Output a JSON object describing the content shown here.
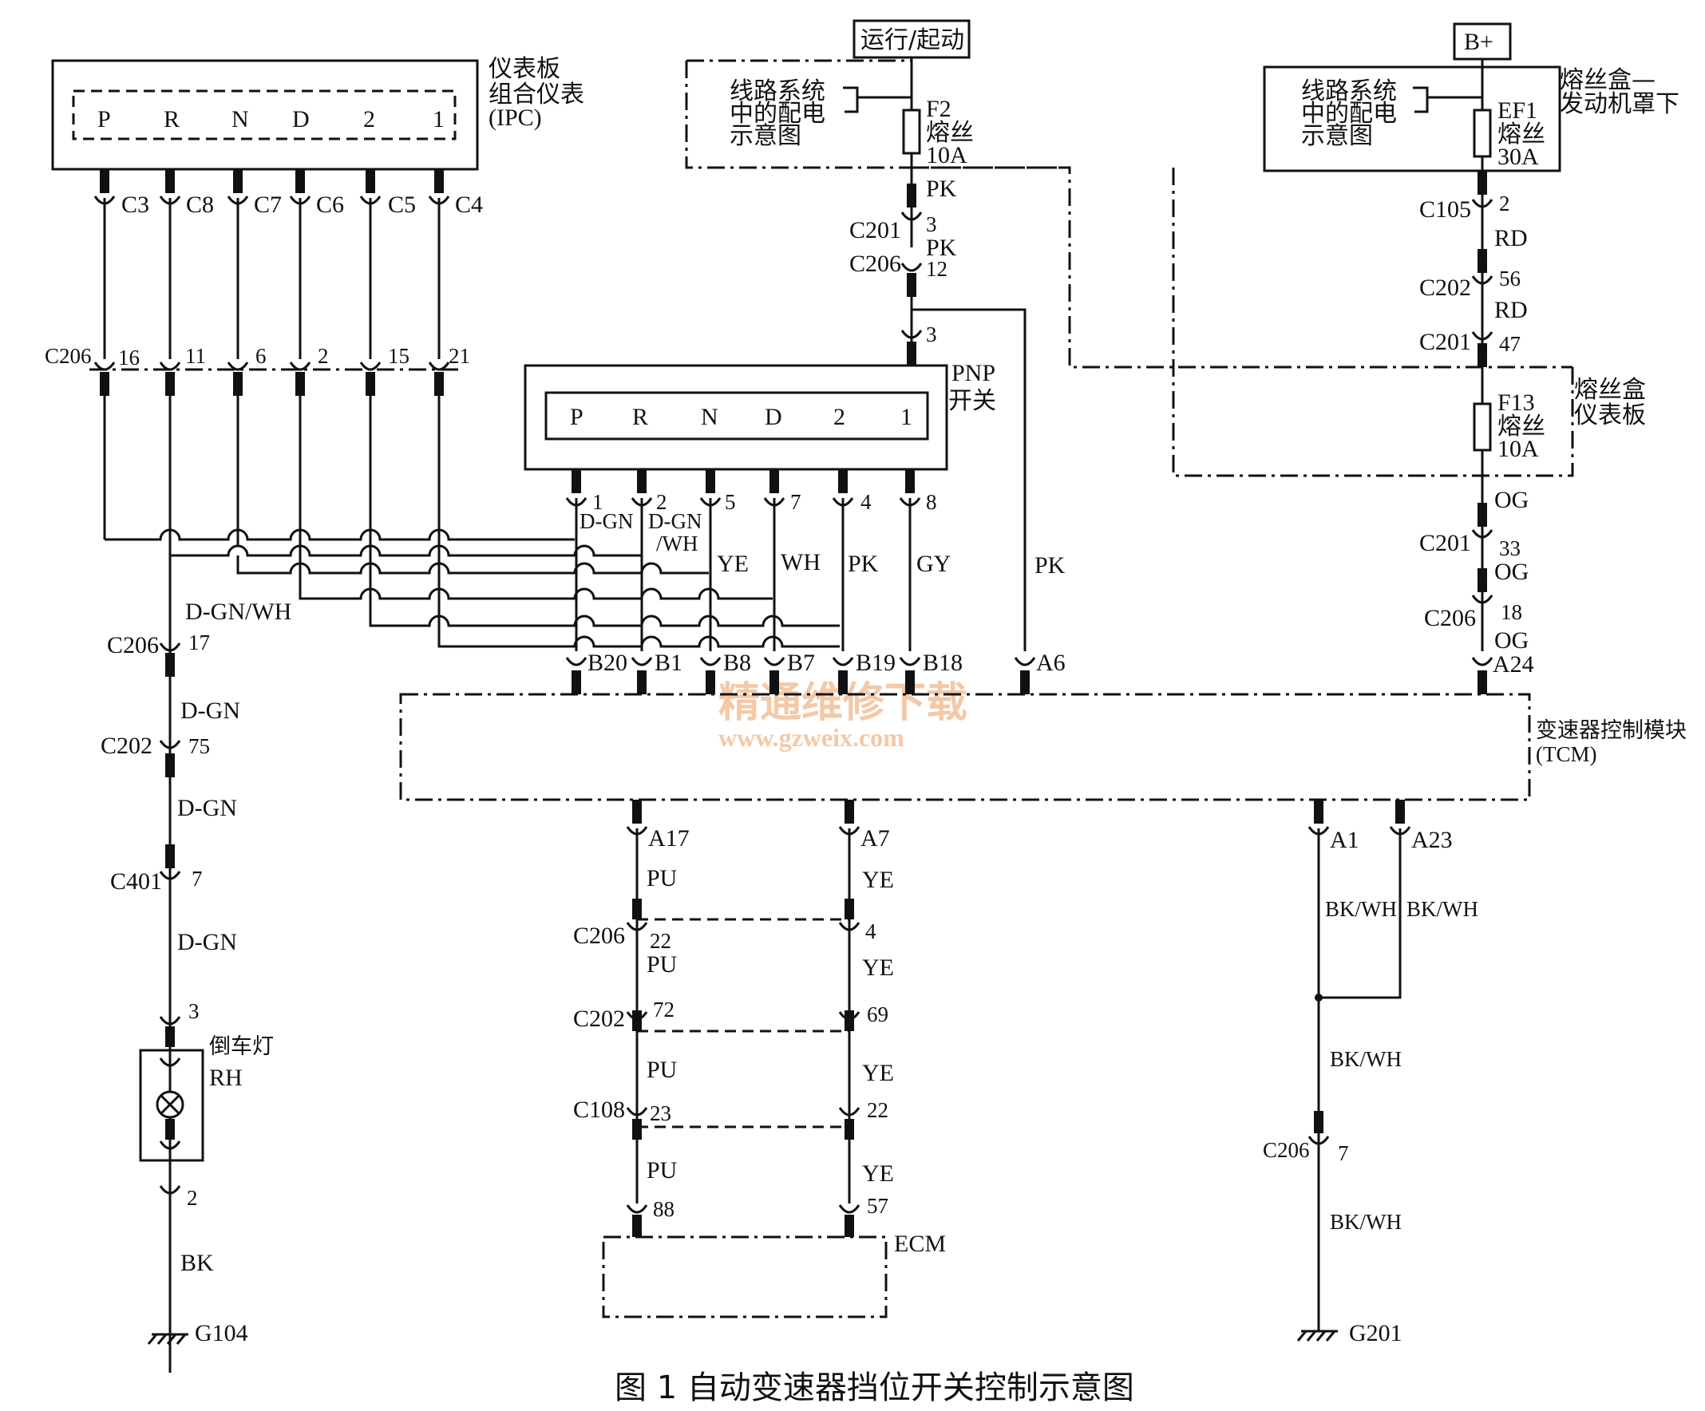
{
  "title": "图 1  自动变速器挡位开关控制示意图",
  "power": {
    "run_start": "运行/起动",
    "bplus": "B+"
  },
  "ipc": {
    "label": [
      "仪表板",
      "组合仪表",
      "(IPC)"
    ],
    "positions": [
      "P",
      "R",
      "N",
      "D",
      "2",
      "1"
    ],
    "connectors": [
      "C3",
      "C8",
      "C7",
      "C6",
      "C5",
      "C4"
    ]
  },
  "c206_top": {
    "name": "C206",
    "pins": [
      "16",
      "11",
      "6",
      "2",
      "15",
      "21"
    ]
  },
  "f2_block": {
    "note": [
      "线路系统",
      "中的配电",
      "示意图"
    ],
    "fuse": [
      "F2",
      "熔丝",
      "10A"
    ]
  },
  "ef1_block": {
    "note": [
      "线路系统",
      "中的配电",
      "示意图"
    ],
    "fuse": [
      "EF1",
      "熔丝",
      "30A"
    ],
    "label": [
      "熔丝盒—",
      "发动机罩下"
    ]
  },
  "run_chain": {
    "c201": "C201",
    "c201_pin": "3",
    "c206": "C206",
    "c206_pin": "12",
    "wire1": "PK",
    "wire2": "PK",
    "pnp_pin": "3"
  },
  "pnp": {
    "label": [
      "PNP",
      "开关"
    ],
    "positions": [
      "P",
      "R",
      "N",
      "D",
      "2",
      "1"
    ],
    "pins": [
      "1",
      "2",
      "5",
      "7",
      "4",
      "8"
    ],
    "wires": [
      "D-GN",
      "D-GN",
      "YE",
      "WH",
      "PK",
      "GY"
    ],
    "wire2_suffix": "/WH"
  },
  "pk_a6_wire": "PK",
  "bplus_chain": {
    "c105": "C105",
    "c105_pin": "2",
    "wire1": "RD",
    "c202": "C202",
    "c202_pin": "56",
    "wire2": "RD",
    "c201": "C201",
    "c201_pin": "47"
  },
  "f13": {
    "fuse": [
      "F13",
      "熔丝",
      "10A"
    ],
    "label": [
      "熔丝盒",
      "仪表板"
    ]
  },
  "og_chain": {
    "wire1": "OG",
    "c201": "C201",
    "c201_pin": "33",
    "wire2": "OG",
    "c206": "C206",
    "c206_pin": "18",
    "wire3": "OG"
  },
  "tcm": {
    "label": [
      "变速器控制模块",
      "(TCM)"
    ],
    "top_pins": [
      "B20",
      "B1",
      "B8",
      "B7",
      "B19",
      "B18",
      "A6",
      "A24"
    ],
    "bottom_pins": [
      "A17",
      "A7",
      "A1",
      "A23"
    ]
  },
  "watermark": {
    "line1": "精通维修下载",
    "line2": "www.gzweix.com"
  },
  "reverse": {
    "wire0": "D-GN/WH",
    "c206": "C206",
    "c206_pin": "17",
    "wire1": "D-GN",
    "c202": "C202",
    "c202_pin": "75",
    "wire2": "D-GN",
    "c401": "C401",
    "c401_pin": "7",
    "wire3": "D-GN",
    "lamp_pin_top": "3",
    "lamp": [
      "倒车灯",
      "RH"
    ],
    "lamp_pin_bottom": "2",
    "wire4": "BK",
    "ground": "G104"
  },
  "ecm_chain": {
    "pu": "PU",
    "ye": "YE",
    "c206": "C206",
    "c206_pins": [
      "22",
      "4"
    ],
    "c202": "C202",
    "c202_pins": [
      "72",
      "69"
    ],
    "c108": "C108",
    "c108_pins": [
      "23",
      "22"
    ],
    "ecm_pins": [
      "88",
      "57"
    ],
    "ecm": "ECM"
  },
  "ground_chain": {
    "wire": "BK/WH",
    "c206": "C206",
    "c206_pin": "7",
    "ground": "G201"
  }
}
